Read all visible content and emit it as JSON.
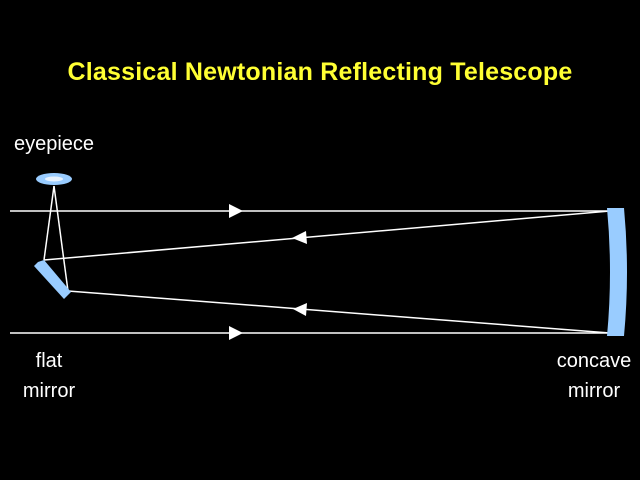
{
  "title": "Classical Newtonian Reflecting Telescope",
  "labels": {
    "eyepiece": "eyepiece",
    "flat_mirror_line1": "flat",
    "flat_mirror_line2": "mirror",
    "concave_mirror_line1": "concave",
    "concave_mirror_line2": "mirror"
  },
  "colors": {
    "background": "#000000",
    "title": "#FFFF33",
    "label": "#FFFFFF",
    "ray": "#FFFFFF",
    "optic_fill": "#99CCFF"
  }
}
